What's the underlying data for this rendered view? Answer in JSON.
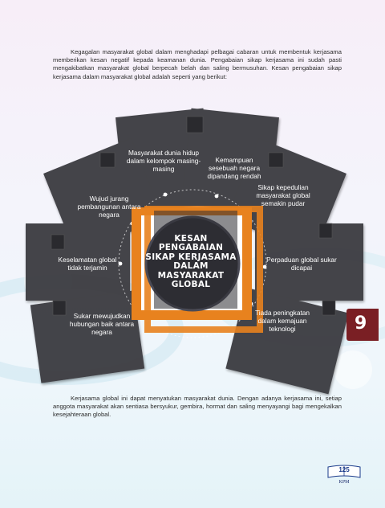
{
  "intro": "Kegagalan masyarakat global dalam menghadapi pelbagai cabaran untuk membentuk kerjasama memberikan kesan negatif kepada keamanan dunia. Pengabaian sikap kerjasama ini sudah pasti mengakibatkan masyarakat global berpecah belah dan saling bermusuhan. Kesan pengabaian sikap kerjasama dalam masyarakat global adalah seperti yang berikut:",
  "diagram": {
    "center": "KESAN PENGABAIAN SIKAP KERJASAMA DALAM MASYARAKAT GLOBAL",
    "items": {
      "top_left": "Masyarakat dunia hidup dalam kelompok masing-masing",
      "top_right": "Kemampuan sesebuah negara dipandang rendah",
      "upper_left": "Wujud jurang pembangunan antara negara",
      "upper_right": "Sikap kepedulian masyarakat global semakin pudar",
      "mid_left": "Keselamatan global tidak terjamin",
      "mid_right": "Perpaduan global sukar dicapai",
      "lower_left": "Sukar mewujudkan hubungan baik antara negara",
      "lower_right": "Tiada peningkatan dalam kemajuan teknologi"
    }
  },
  "closing": "Kerjasama global ini dapat menyatukan masyarakat dunia. Dengan adanya kerjasama ini, setiap anggota masyarakat akan sentiasa bersyukur, gembira, hormat dan saling menyayangi bagi mengekalkan kesejahteraan global.",
  "chapter_tab": "9",
  "page_number": "125",
  "publisher": "KPM",
  "colors": {
    "tile": "#3d3d42",
    "accent": "#e8821e",
    "tab": "#7a1f24"
  }
}
